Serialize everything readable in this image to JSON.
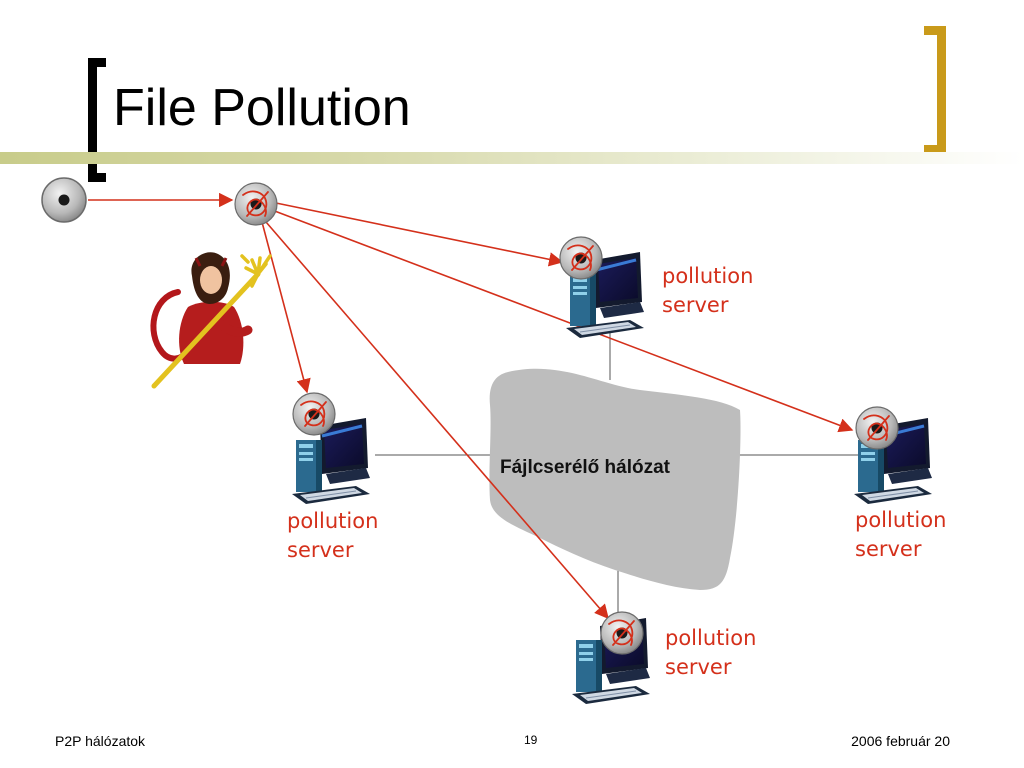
{
  "slide": {
    "title": "File Pollution",
    "cloud_label": "Fájlcserélő hálózat",
    "server_label_line1": "pollution",
    "server_label_line2": "server"
  },
  "footer": {
    "left": "P2P hálózatok",
    "center": "19",
    "right": "2006 február 20"
  },
  "colors": {
    "accent_gold": "#c99a1a",
    "arrow_red": "#d4301b",
    "cloud_gray": "#bdbdbd"
  },
  "icons": [
    "file-disc-icon",
    "polluted-file-icon",
    "computer-icon",
    "devil-figure-icon"
  ]
}
